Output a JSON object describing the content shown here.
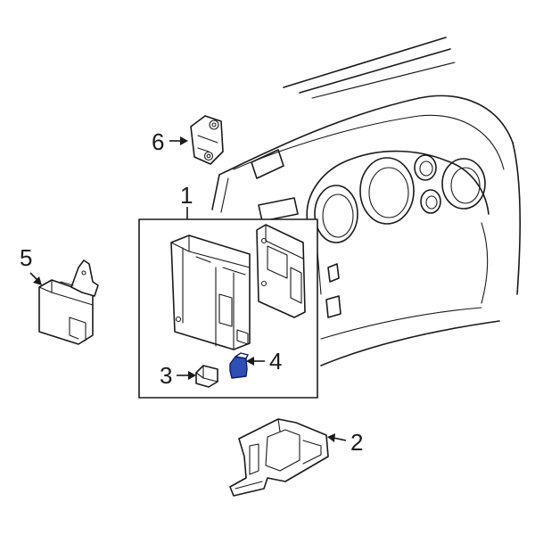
{
  "callouts": [
    {
      "id": "1",
      "label": "1"
    },
    {
      "id": "2",
      "label": "2"
    },
    {
      "id": "3",
      "label": "3"
    },
    {
      "id": "4",
      "label": "4"
    },
    {
      "id": "5",
      "label": "5"
    },
    {
      "id": "6",
      "label": "6"
    }
  ],
  "colors": {
    "line": "#1a1a1a",
    "highlight_fill": "#2f4fb5",
    "highlight_stroke": "#0b1f6a",
    "background": "#ffffff"
  }
}
